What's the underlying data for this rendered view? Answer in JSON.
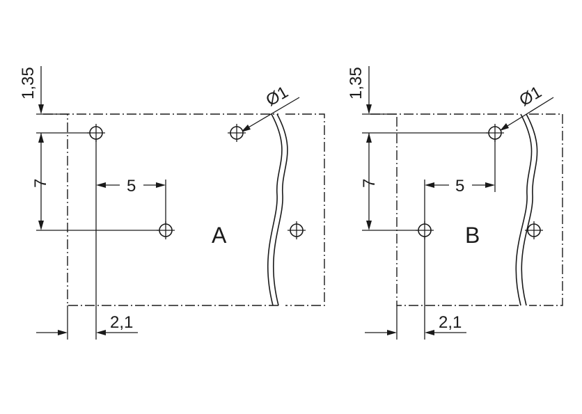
{
  "views": [
    {
      "id": "A",
      "label": "A",
      "dims": {
        "top_offset": "1,35",
        "pitch_vertical": "7",
        "pitch_horizontal": "5",
        "edge_offset": "2,1",
        "hole_diameter": "Ø1"
      }
    },
    {
      "id": "B",
      "label": "B",
      "dims": {
        "top_offset": "1,35",
        "pitch_vertical": "7",
        "pitch_horizontal": "5",
        "edge_offset": "2,1",
        "hole_diameter": "Ø1"
      }
    }
  ],
  "colors": {
    "line": "#1a1a1a",
    "background": "#ffffff"
  }
}
